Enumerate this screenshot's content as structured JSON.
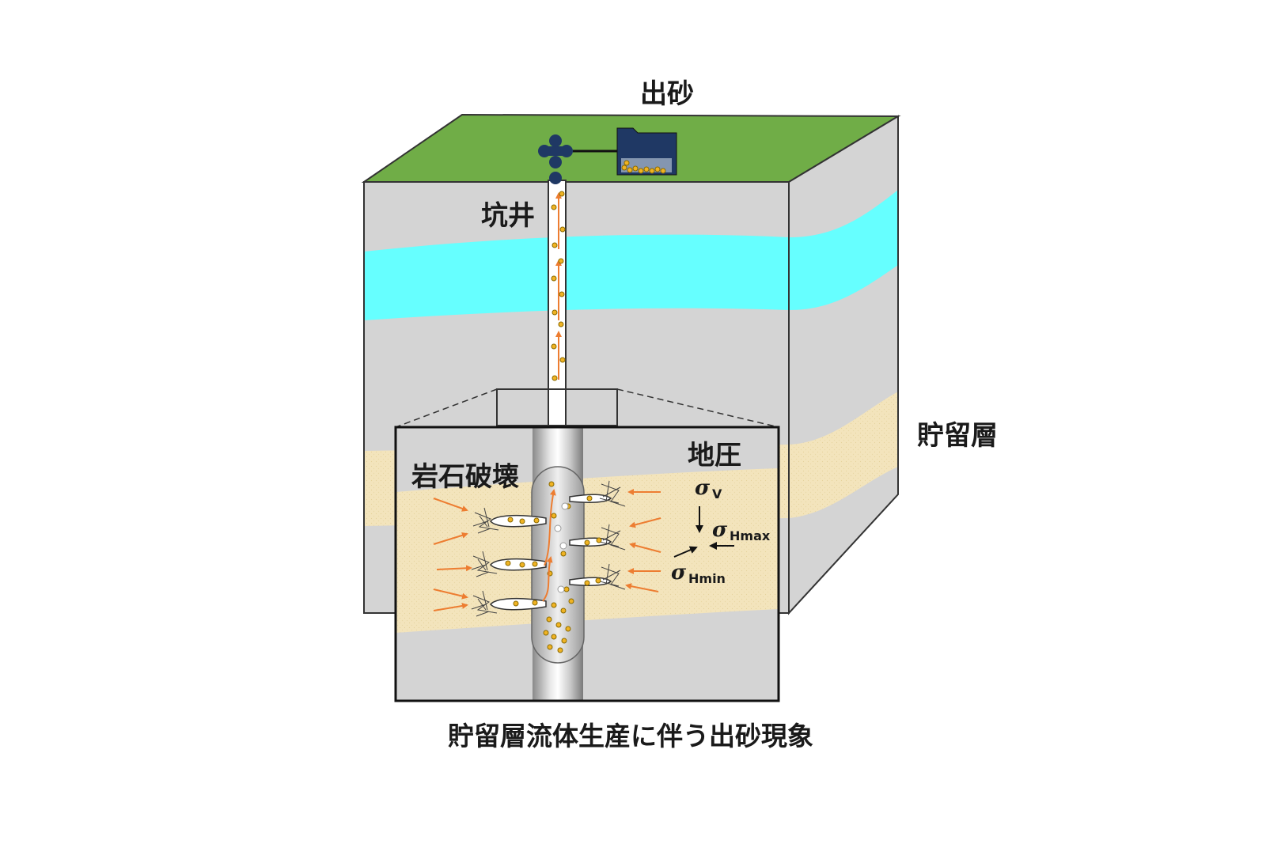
{
  "labels": {
    "sand_production": "出砂",
    "well": "坑井",
    "reservoir": "貯留層",
    "ground_pressure": "地圧",
    "rock_failure": "岩石破壊",
    "caption": "貯留層流体生産に伴う出砂現象"
  },
  "stresses": {
    "vertical": {
      "symbol": "σ",
      "subscript": "V"
    },
    "h_max": {
      "symbol": "σ",
      "subscript": "Hmax"
    },
    "h_min": {
      "symbol": "σ",
      "subscript": "Hmin"
    }
  },
  "colors": {
    "ground_surface": "#70ad47",
    "rock": "#d4d4d4",
    "aquifer": "#66ffff",
    "reservoir_sand": "#f3e4bc",
    "sand_grain": "#f0b323",
    "flow_arrow": "#ed7d31",
    "equipment": "#1f3864"
  }
}
